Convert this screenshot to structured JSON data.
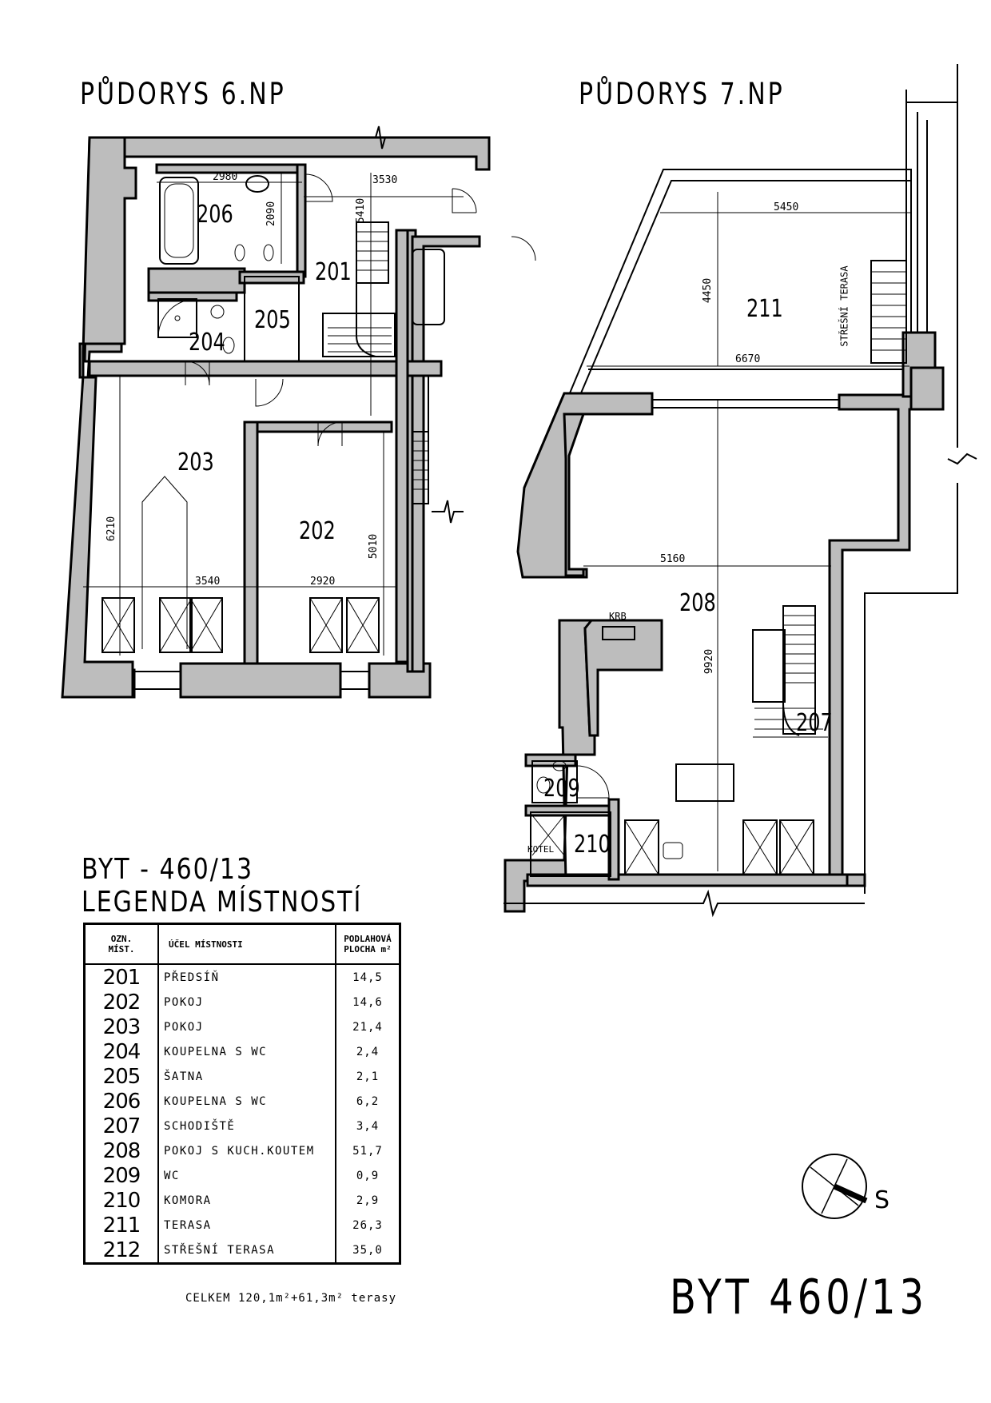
{
  "titles": {
    "floor6": "PŮDORYS 6.NP",
    "floor7": "PŮDORYS 7.NP"
  },
  "room_labels": {
    "floor6": [
      {
        "id": "201"
      },
      {
        "id": "202"
      },
      {
        "id": "203"
      },
      {
        "id": "204"
      },
      {
        "id": "205"
      },
      {
        "id": "206"
      }
    ],
    "floor7": [
      {
        "id": "207"
      },
      {
        "id": "208"
      },
      {
        "id": "209"
      },
      {
        "id": "210"
      },
      {
        "id": "211"
      }
    ]
  },
  "dimensions": {
    "d2980": "2980",
    "d3530": "3530",
    "d2090": "2090",
    "d5410": "5410",
    "d6210": "6210",
    "d5010": "5010",
    "d3540": "3540",
    "d2920": "2920",
    "d5450": "5450",
    "d4450": "4450",
    "d6670": "6670",
    "d5160": "5160",
    "d9920": "9920"
  },
  "annotations": {
    "krb": "KRB",
    "kotel": "KOTEL",
    "stresni_terasa": "STŘEŠNÍ TERASA"
  },
  "legend": {
    "unit": "BYT - 460/13",
    "title": "LEGENDA MÍSTNOSTÍ",
    "headers": {
      "col1": [
        "OZN.",
        "MÍST."
      ],
      "col2": "ÚČEL MÍSTNOSTI",
      "col3": [
        "PODLAHOVÁ",
        "PLOCHA m²"
      ]
    },
    "rows": [
      {
        "id": "201",
        "name": "PŘEDSÍŇ",
        "area": "14,5"
      },
      {
        "id": "202",
        "name": "POKOJ",
        "area": "14,6"
      },
      {
        "id": "203",
        "name": "POKOJ",
        "area": "21,4"
      },
      {
        "id": "204",
        "name": "KOUPELNA S WC",
        "area": "2,4"
      },
      {
        "id": "205",
        "name": "ŠATNA",
        "area": "2,1"
      },
      {
        "id": "206",
        "name": "KOUPELNA S WC",
        "area": "6,2"
      },
      {
        "id": "207",
        "name": "SCHODIŠTĚ",
        "area": "3,4"
      },
      {
        "id": "208",
        "name": "POKOJ S KUCH.KOUTEM",
        "area": "51,7"
      },
      {
        "id": "209",
        "name": "WC",
        "area": "0,9"
      },
      {
        "id": "210",
        "name": "KOMORA",
        "area": "2,9"
      },
      {
        "id": "211",
        "name": "TERASA",
        "area": "26,3"
      },
      {
        "id": "212",
        "name": "STŘEŠNÍ TERASA",
        "area": "35,0"
      }
    ],
    "total": "CELKEM 120,1m²+61,3m² terasy"
  },
  "unit_id": "BYT 460/13",
  "north_letter": "S",
  "colors": {
    "wall": "#bdbdbd",
    "line": "#000000"
  }
}
